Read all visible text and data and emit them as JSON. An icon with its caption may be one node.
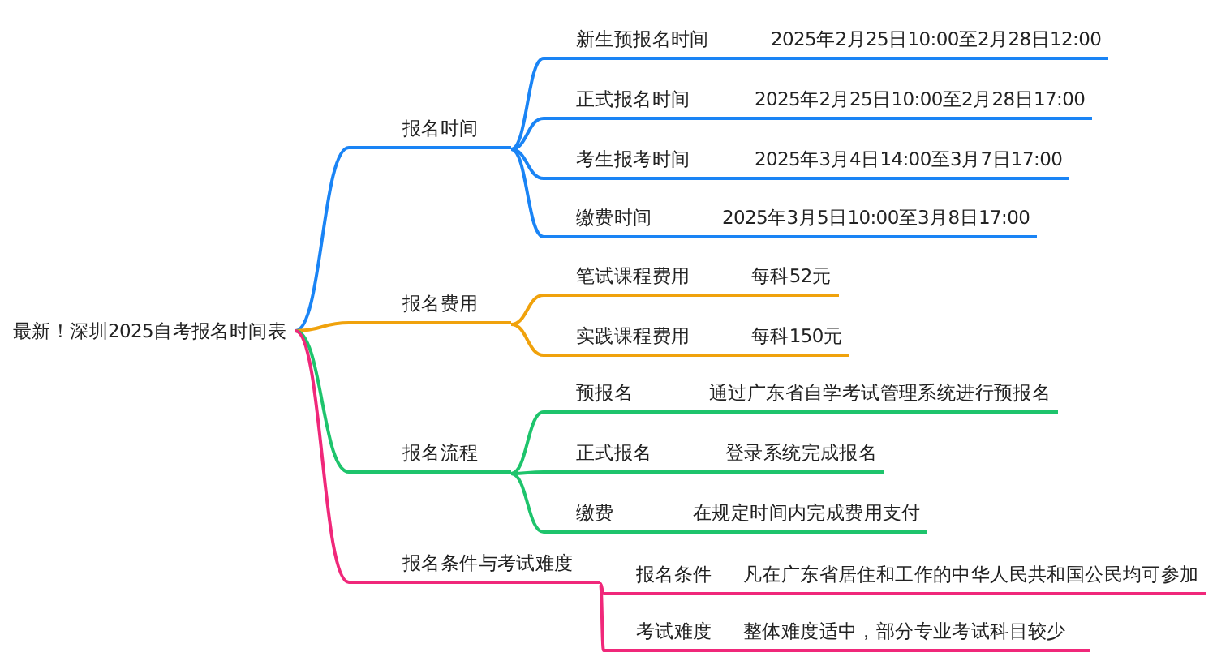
{
  "diagram": {
    "nodes": [
      {
        "text": [
          "最新！深圳2025自考报名时间表"
        ]
      },
      {
        "text": [
          "报名时间"
        ]
      },
      {
        "text": [
          "新生预报名时间",
          "2025年2月25日10:00至2月28日12:00"
        ]
      },
      {
        "text": [
          "正式报名时间",
          "2025年2月25日10:00至2月28日17:00"
        ]
      },
      {
        "text": [
          "考生报考时间",
          "2025年3月4日14:00至3月7日17:00"
        ]
      },
      {
        "text": [
          "缴费时间",
          "2025年3月5日10:00至3月8日17:00"
        ]
      },
      {
        "text": [
          "报名费用"
        ]
      },
      {
        "text": [
          "笔试课程费用",
          "每科52元"
        ]
      },
      {
        "text": [
          "实践课程费用",
          "每科150元"
        ]
      },
      {
        "text": [
          "报名流程"
        ]
      },
      {
        "text": [
          "预报名",
          "通过广东省自学考试管理系统进行预报名"
        ]
      },
      {
        "text": [
          "正式报名",
          "登录系统完成报名"
        ]
      },
      {
        "text": [
          "缴费",
          "在规定时间内完成费用支付"
        ]
      },
      {
        "text": [
          "报名条件与考试难度"
        ]
      },
      {
        "text": [
          "报名条件",
          "凡在广东省居住和工作的中华人民共和国公民均可参加"
        ]
      },
      {
        "text": [
          "考试难度",
          "整体难度适中，部分专业考试科目较少"
        ]
      }
    ],
    "edges": [
      {
        "from": 0,
        "to": 1,
        "arrow": "none",
        "color": "#1a84f5"
      },
      {
        "from": 1,
        "to": 2,
        "arrow": "none",
        "color": "#1a84f5"
      },
      {
        "from": 1,
        "to": 3,
        "arrow": "none",
        "color": "#1a84f5"
      },
      {
        "from": 1,
        "to": 4,
        "arrow": "none",
        "color": "#1a84f5"
      },
      {
        "from": 1,
        "to": 5,
        "arrow": "none",
        "color": "#1a84f5"
      },
      {
        "from": 0,
        "to": 6,
        "arrow": "none",
        "color": "#f0a20c"
      },
      {
        "from": 6,
        "to": 7,
        "arrow": "none",
        "color": "#f0a20c"
      },
      {
        "from": 6,
        "to": 8,
        "arrow": "none",
        "color": "#f0a20c"
      },
      {
        "from": 0,
        "to": 9,
        "arrow": "none",
        "color": "#1ec46c"
      },
      {
        "from": 9,
        "to": 10,
        "arrow": "none",
        "color": "#1ec46c"
      },
      {
        "from": 9,
        "to": 11,
        "arrow": "none",
        "color": "#1ec46c"
      },
      {
        "from": 9,
        "to": 12,
        "arrow": "none",
        "color": "#1ec46c"
      },
      {
        "from": 0,
        "to": 13,
        "arrow": "none",
        "color": "#f0287a"
      },
      {
        "from": 13,
        "to": 14,
        "arrow": "none",
        "color": "#f0287a"
      },
      {
        "from": 13,
        "to": 15,
        "arrow": "none",
        "color": "#f0287a"
      }
    ]
  }
}
